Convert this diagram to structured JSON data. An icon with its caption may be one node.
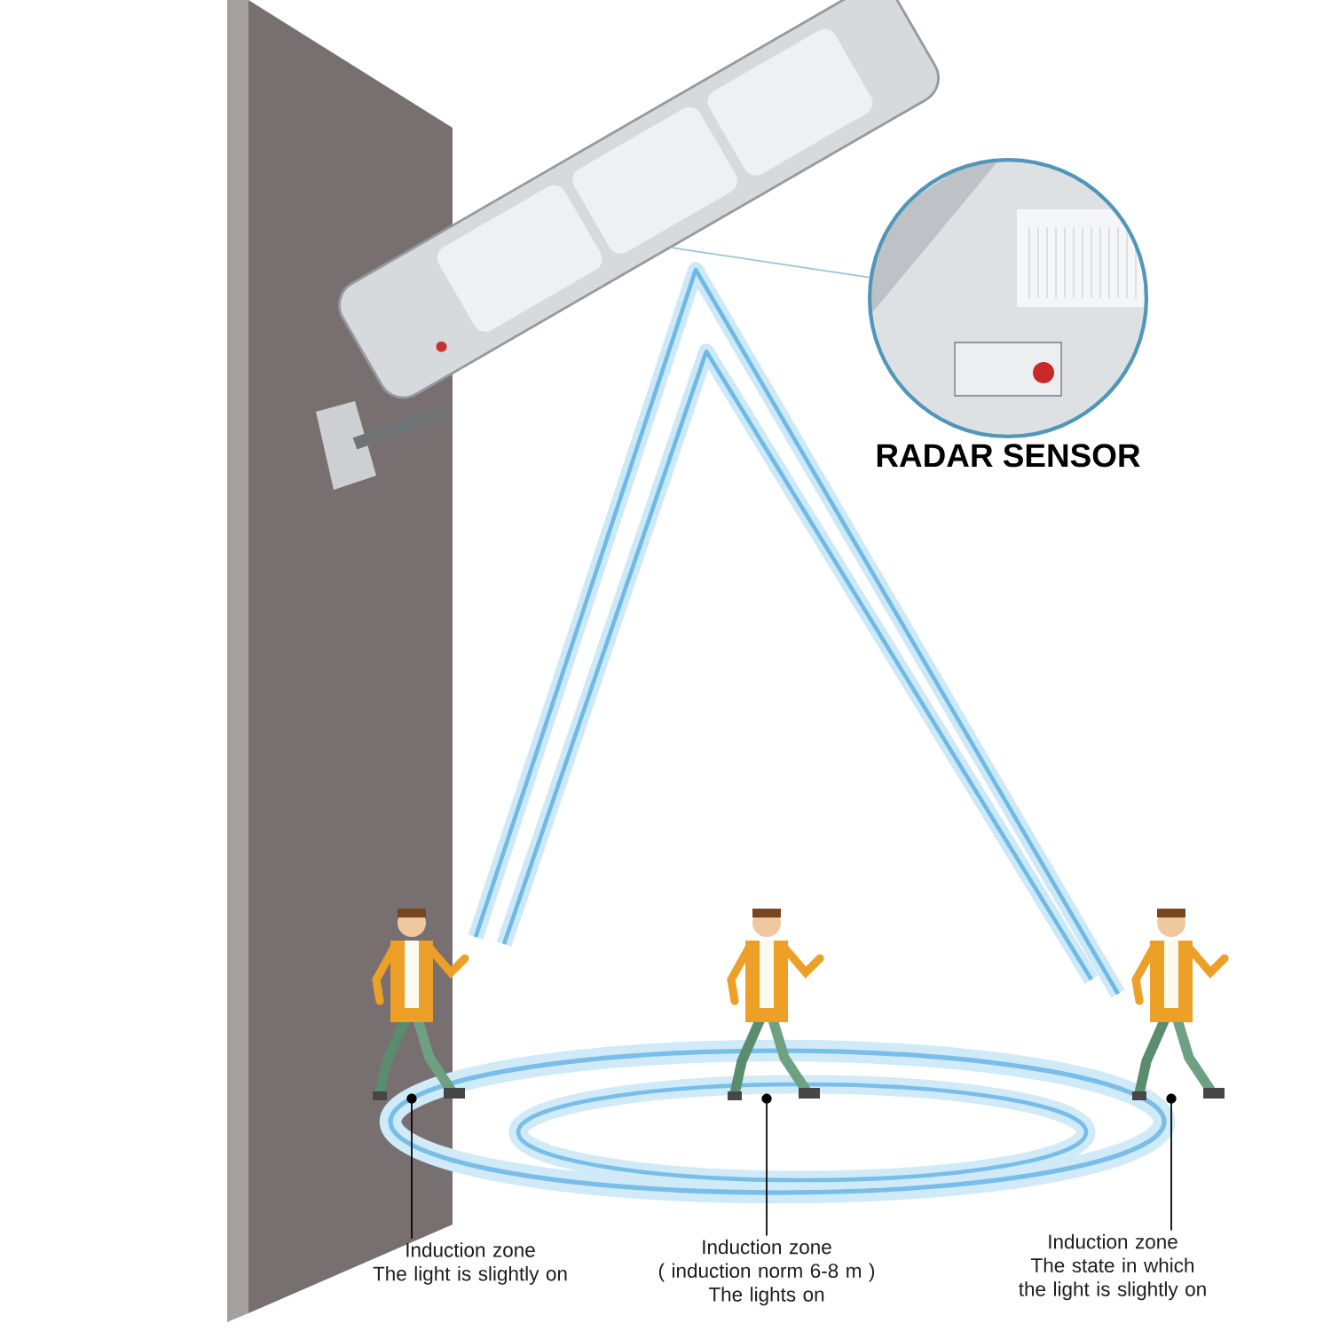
{
  "diagram": {
    "nodes": [
      {
        "text": [],
        "shape": "picture"
      },
      {
        "text": [
          "RADAR SENSOR"
        ]
      },
      {
        "text": [
          "Induction zone",
          "The light is slightly on"
        ]
      },
      {
        "text": [
          "Induction zone",
          "( induction norm 6-8 m )",
          "The lights on"
        ]
      },
      {
        "text": [
          "Induction zone",
          "The state in which the light is slightly on"
        ]
      },
      {
        "text": [],
        "shape": "person"
      },
      {
        "text": [],
        "shape": "person"
      },
      {
        "text": [],
        "shape": "person"
      }
    ],
    "edges": [
      {
        "from": 0,
        "to": 1,
        "arrow": "none",
        "color": "#9cc3d5"
      },
      {
        "from": 2,
        "to": 5,
        "arrow": "none"
      },
      {
        "from": 3,
        "to": 6,
        "arrow": "none"
      },
      {
        "from": 4,
        "to": 7,
        "arrow": "none"
      }
    ]
  }
}
